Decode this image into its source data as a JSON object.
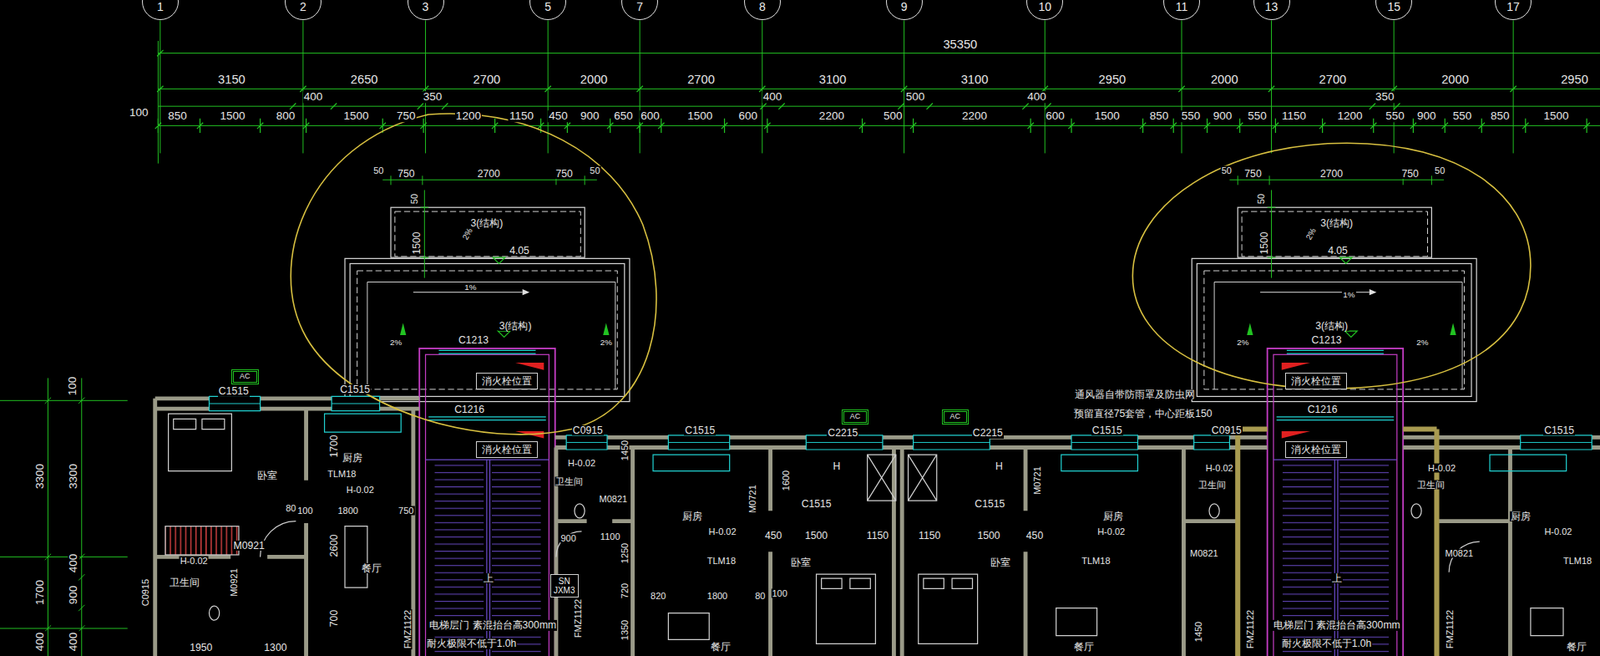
{
  "diagram": {
    "nodes": [
      {
        "text": [
          "1"
        ]
      },
      {
        "text": [
          "2"
        ]
      },
      {
        "text": [
          "3"
        ]
      },
      {
        "text": [
          "5"
        ]
      },
      {
        "text": [
          "7"
        ]
      },
      {
        "text": [
          "8"
        ]
      },
      {
        "text": [
          "9"
        ]
      },
      {
        "text": [
          "10"
        ]
      },
      {
        "text": [
          "11"
        ]
      },
      {
        "text": [
          "13"
        ]
      },
      {
        "text": [
          "15"
        ]
      },
      {
        "text": [
          "17"
        ]
      },
      {
        "text": [
          "消火栓位置"
        ]
      },
      {
        "text": [
          "消火栓位置"
        ]
      },
      {
        "text": [
          "消火栓位置"
        ]
      },
      {
        "text": [
          "消火栓位置"
        ]
      },
      {
        "text": [
          "AC"
        ]
      },
      {
        "text": [
          "AC"
        ]
      },
      {
        "text": [
          "AC"
        ]
      },
      {
        "text": [
          "SN JXM3"
        ]
      }
    ],
    "labels": [
      "35350",
      "3150",
      "2650",
      "2700",
      "2000",
      "2700",
      "3100",
      "3100",
      "2950",
      "2000",
      "2700",
      "2000",
      "2950",
      "400",
      "350",
      "400",
      "500",
      "400",
      "350",
      "100",
      "850",
      "1500",
      "800",
      "1500",
      "750",
      "1200",
      "1150",
      "450",
      "900",
      "650",
      "600",
      "1500",
      "600",
      "2200",
      "500",
      "2200",
      "600",
      "1500",
      "850",
      "550",
      "900",
      "550",
      "1150",
      "1200",
      "550",
      "900",
      "550",
      "850",
      "1500",
      "100",
      "3300",
      "3300",
      "1700",
      "400",
      "900",
      "400",
      "400",
      "50",
      "750",
      "2700",
      "750",
      "50",
      "50",
      "1500",
      "3(结构)",
      "2%",
      "4.05",
      "1%",
      "2%",
      "3(结构)",
      "2%",
      "C1213",
      "C1216",
      "C1515",
      "C1515",
      "50",
      "750",
      "2700",
      "750",
      "50",
      "50",
      "1500",
      "3(结构)",
      "2%",
      "4.05",
      "1%",
      "2%",
      "3(结构)",
      "2%",
      "C1213",
      "C1216",
      "C0915",
      "C1515",
      "C2215",
      "C2215",
      "C1515",
      "C0915",
      "C1515",
      "通风器自带防雨罩及防虫网",
      "预留直径75套管，中心距板150",
      "1700",
      "厨房",
      "TLM18",
      "H-0.02",
      "卧室",
      "80",
      "100",
      "1800",
      "750",
      "2600",
      "餐厅",
      "M0921",
      "H-0.02",
      "卫生间",
      "M0921",
      "C0915",
      "700",
      "1950",
      "1300",
      "FMZ1122",
      "电梯层门 素混抬台高300mm",
      "耐火极限不低于1.0h",
      "上",
      "上",
      "H-0.02",
      "1450",
      "卫生间",
      "M0821",
      "900",
      "1100",
      "1250",
      "720",
      "1350",
      "FMZ1122",
      "厨房",
      "H-0.02",
      "TLM18",
      "820",
      "1800",
      "80",
      "100",
      "M0721",
      "1600",
      "H",
      "C1515",
      "450",
      "1500",
      "1150",
      "1150",
      "1500",
      "450",
      "H",
      "C1515",
      "M0721",
      "卧室",
      "卧室",
      "餐厅",
      "餐厅",
      "厨房",
      "H-0.02",
      "TLM18",
      "H-0.02",
      "卫生间",
      "M0821",
      "1450",
      "FMZ1122",
      "电梯层门 素混抬台高300mm",
      "耐火极限不低于1.0h",
      "H-0.02",
      "卫生间",
      "M0821",
      "FMZ1122",
      "厨房",
      "H-0.02",
      "TLM18",
      "餐厅"
    ]
  }
}
